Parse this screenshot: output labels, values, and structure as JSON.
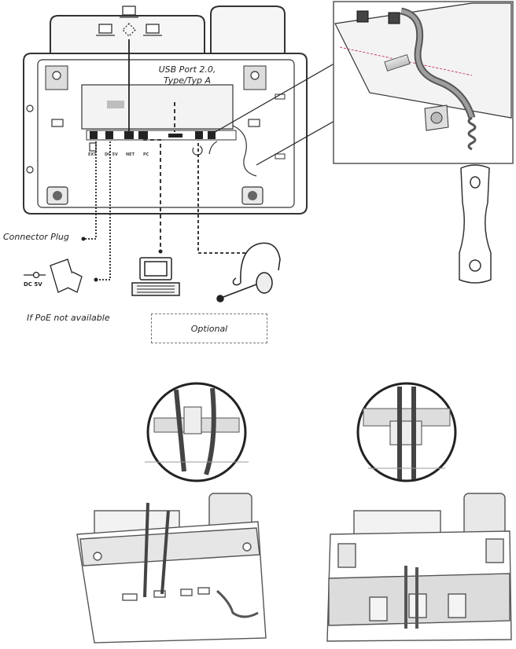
{
  "labels": {
    "usb_port_line1": "USB Port 2.0,",
    "usb_port_line2": "Type/Typ A",
    "connector_plug": "Connector Plug",
    "power_spec": "DC 5V",
    "poe_note": "If PoE not available",
    "optional": "Optional"
  },
  "port_labels": {
    "ext": "EXT",
    "dc": "DC 5V",
    "net": "NET",
    "pc": "PC"
  },
  "icons": [
    "computer-icon",
    "network-icon",
    "power-adapter-icon",
    "headset-icon",
    "handset-icon",
    "phone-back-icon"
  ],
  "colors": {
    "line": "#333333",
    "panel": "#f4f4f4",
    "shade": "#cfcfcf"
  }
}
